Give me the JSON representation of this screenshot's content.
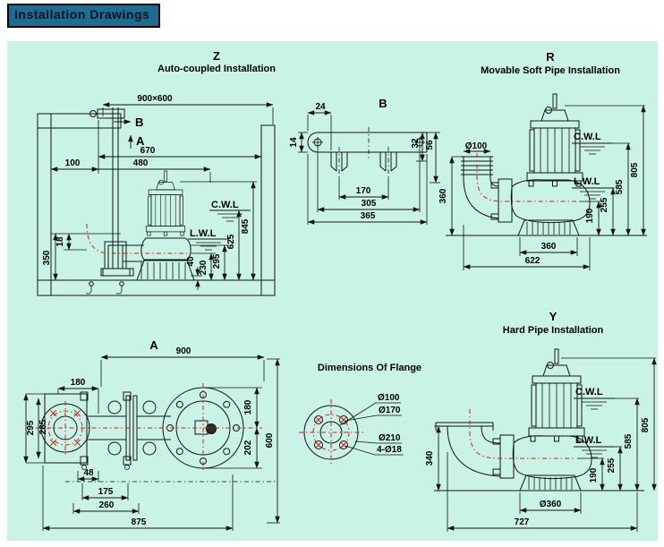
{
  "page": {
    "title": "Installation Drawings"
  },
  "z": {
    "code": "Z",
    "title": "Auto-coupled Installation",
    "hatch": "900×600",
    "ref_b": "B",
    "ref_a": "A",
    "d670": "670",
    "d100": "100",
    "d480": "480",
    "cwl": "C.W.L",
    "lwl": "L.W.L",
    "d845": "845",
    "d625": "625",
    "d295": "295",
    "d230": "230",
    "d40": "40",
    "d18": "18",
    "d350": "350"
  },
  "b": {
    "code": "B",
    "d24": "24",
    "d14": "14",
    "d32": "32",
    "d56": "56",
    "d170": "170",
    "d305": "305",
    "d365": "365"
  },
  "r": {
    "code": "R",
    "title": "Movable Soft Pipe Installation",
    "dia": "Ø100",
    "cwl": "C.W.L",
    "lwl": "L.W.L",
    "d360l": "360",
    "d805": "805",
    "d585": "585",
    "d255": "255",
    "d190": "190",
    "d360": "360",
    "d622": "622"
  },
  "a": {
    "code": "A",
    "d900": "900",
    "d600": "600",
    "d180t": "180",
    "d295": "295",
    "d265": "265",
    "d180r": "180",
    "d202": "202",
    "d48": "48",
    "d175": "175",
    "d260": "260",
    "d875": "875"
  },
  "flange": {
    "title": "Dimensions Of Flange",
    "d100": "Ø100",
    "d170": "Ø170",
    "d210": "Ø210",
    "holes": "4-Ø18"
  },
  "y": {
    "code": "Y",
    "title": "Hard Pipe Installation",
    "cwl": "C.W.L",
    "lwl": "L.W.L",
    "d340": "340",
    "d805": "805",
    "d585": "585",
    "d255": "255",
    "d190": "190",
    "d360": "Ø360",
    "d727": "727"
  }
}
